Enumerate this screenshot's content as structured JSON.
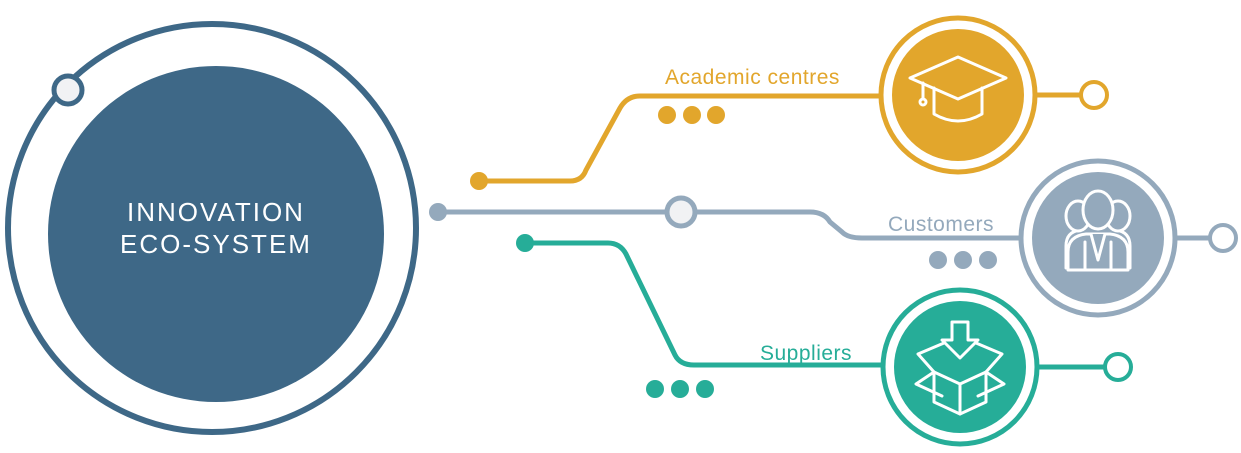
{
  "hub": {
    "title_line1": "INNOVATION",
    "title_line2": "ECO-SYSTEM",
    "fill_color": "#3e6887",
    "ring_color": "#3e6887"
  },
  "branches": [
    {
      "key": "academic",
      "label": "Academic centres",
      "color": "#e2a62c",
      "icon": "graduation-cap-icon"
    },
    {
      "key": "customers",
      "label": "Customers",
      "color": "#94a9bc",
      "icon": "business-people-icon"
    },
    {
      "key": "suppliers",
      "label": "Suppliers",
      "color": "#26ad98",
      "icon": "box-with-down-arrow-icon"
    }
  ]
}
